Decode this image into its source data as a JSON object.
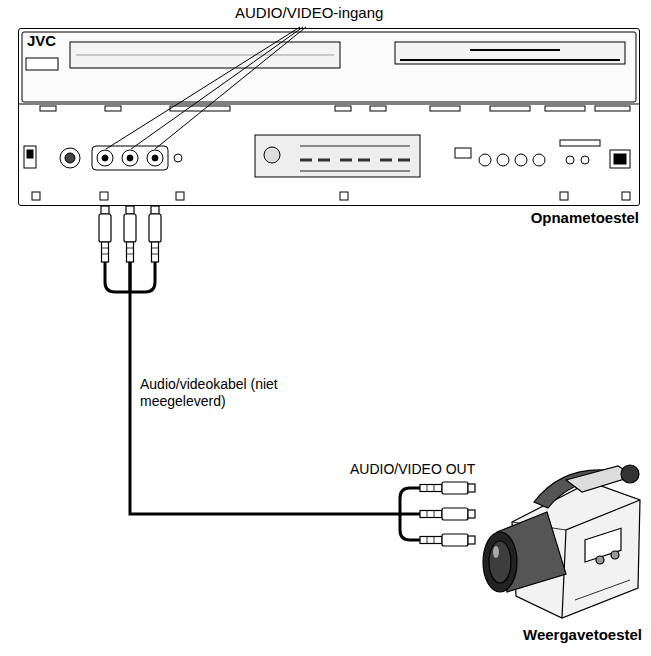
{
  "diagram": {
    "nodes": [
      {
        "text": [
          "JVC",
          "Opnametoestel"
        ]
      },
      {
        "text": [
          "Weergavetoestel"
        ]
      }
    ],
    "edges": [
      {
        "from": 0,
        "to": 1,
        "arrow": "none",
        "label": "Audio/videokabel (niet meegeleverd)"
      }
    ],
    "labels": [
      "AUDIO/VIDEO-ingang",
      "AUDIO/VIDEO OUT"
    ]
  }
}
